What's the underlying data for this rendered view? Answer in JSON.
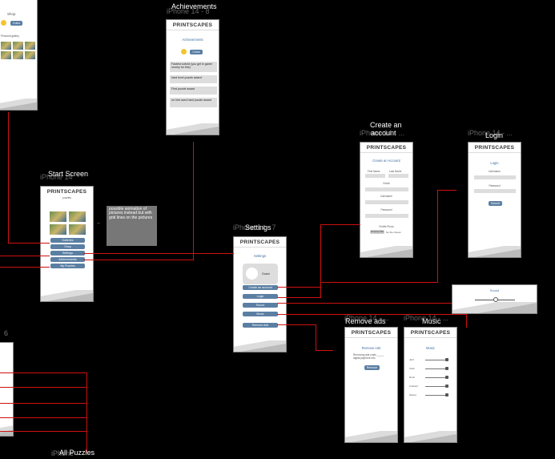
{
  "frames": {
    "achievements": {
      "title": "Achievements",
      "ghost_title": "iPhone 14 - 8",
      "logo": "PRINTSCAPES",
      "heading": "Achievements",
      "coin_button": "Coins",
      "items": [
        "Fastest solved (you get in game money for this)",
        "hard level puzzle award",
        "First puzzle award",
        "no hint used hard puzzle award"
      ]
    },
    "shop_partial": {
      "shop_label": "Shop",
      "coin_button": "Coins",
      "gallery_label": "Personal gallery"
    },
    "start": {
      "title": "Start Screen",
      "ghost_title": "iPhone 14",
      "logo": "PRINTSCAPES",
      "subtitle": "puzzles",
      "buttons": [
        "Galleries",
        "Shop",
        "Settings",
        "Achievements",
        "My Puzzles"
      ],
      "note": "possible animation of pictures instead but with grid lines on the pictures"
    },
    "settings": {
      "title": "Settings",
      "ghost_title": "iPhone 14 - 7",
      "logo": "PRINTSCAPES",
      "heading": "Settings",
      "guest": "Guest",
      "create_btn": "Create an account",
      "buttons": [
        "Login",
        "Sound",
        "Music",
        "Remove Ads"
      ]
    },
    "create": {
      "title_line1": "Create an",
      "title_line2": "account",
      "ghost_title": "iPhone 14 - ...",
      "logo": "PRINTSCAPES",
      "heading": "Create an Account",
      "first_name": "First Name",
      "last_name": "Last Name",
      "email": "Email",
      "username": "Username",
      "password": "Password",
      "profile_photo": "Profile Photo",
      "choose_file": "Choose File",
      "no_file": "No file chosen"
    },
    "login": {
      "title": "Login",
      "ghost_title": "iPhone 14 - ...",
      "logo": "PRINTSCAPES",
      "heading": "Login",
      "username": "Username",
      "password": "Password",
      "submit": "Submit"
    },
    "sound": {
      "label": "Sound",
      "level": 0.5
    },
    "remove_ads": {
      "title": "Remove ads",
      "ghost_title": "iPhone 14 - ...",
      "logo": "PRINTSCAPES",
      "heading": "Remove Ads",
      "line1": "Removing ads costs _____",
      "line2": "digital payment info",
      "button": "Remove"
    },
    "music": {
      "title": "Music",
      "ghost_title": "iPhone 14 - ...",
      "logo": "PRINTSCAPES",
      "heading": "Music",
      "tracks": [
        "Jazz",
        "Calm",
        "Rock",
        "Ambient",
        "Nature"
      ]
    },
    "all_puzzles": {
      "title": "All Puzzles",
      "ghost_title": "iPhone"
    },
    "left_partial": {
      "ghost_title": "6"
    }
  }
}
